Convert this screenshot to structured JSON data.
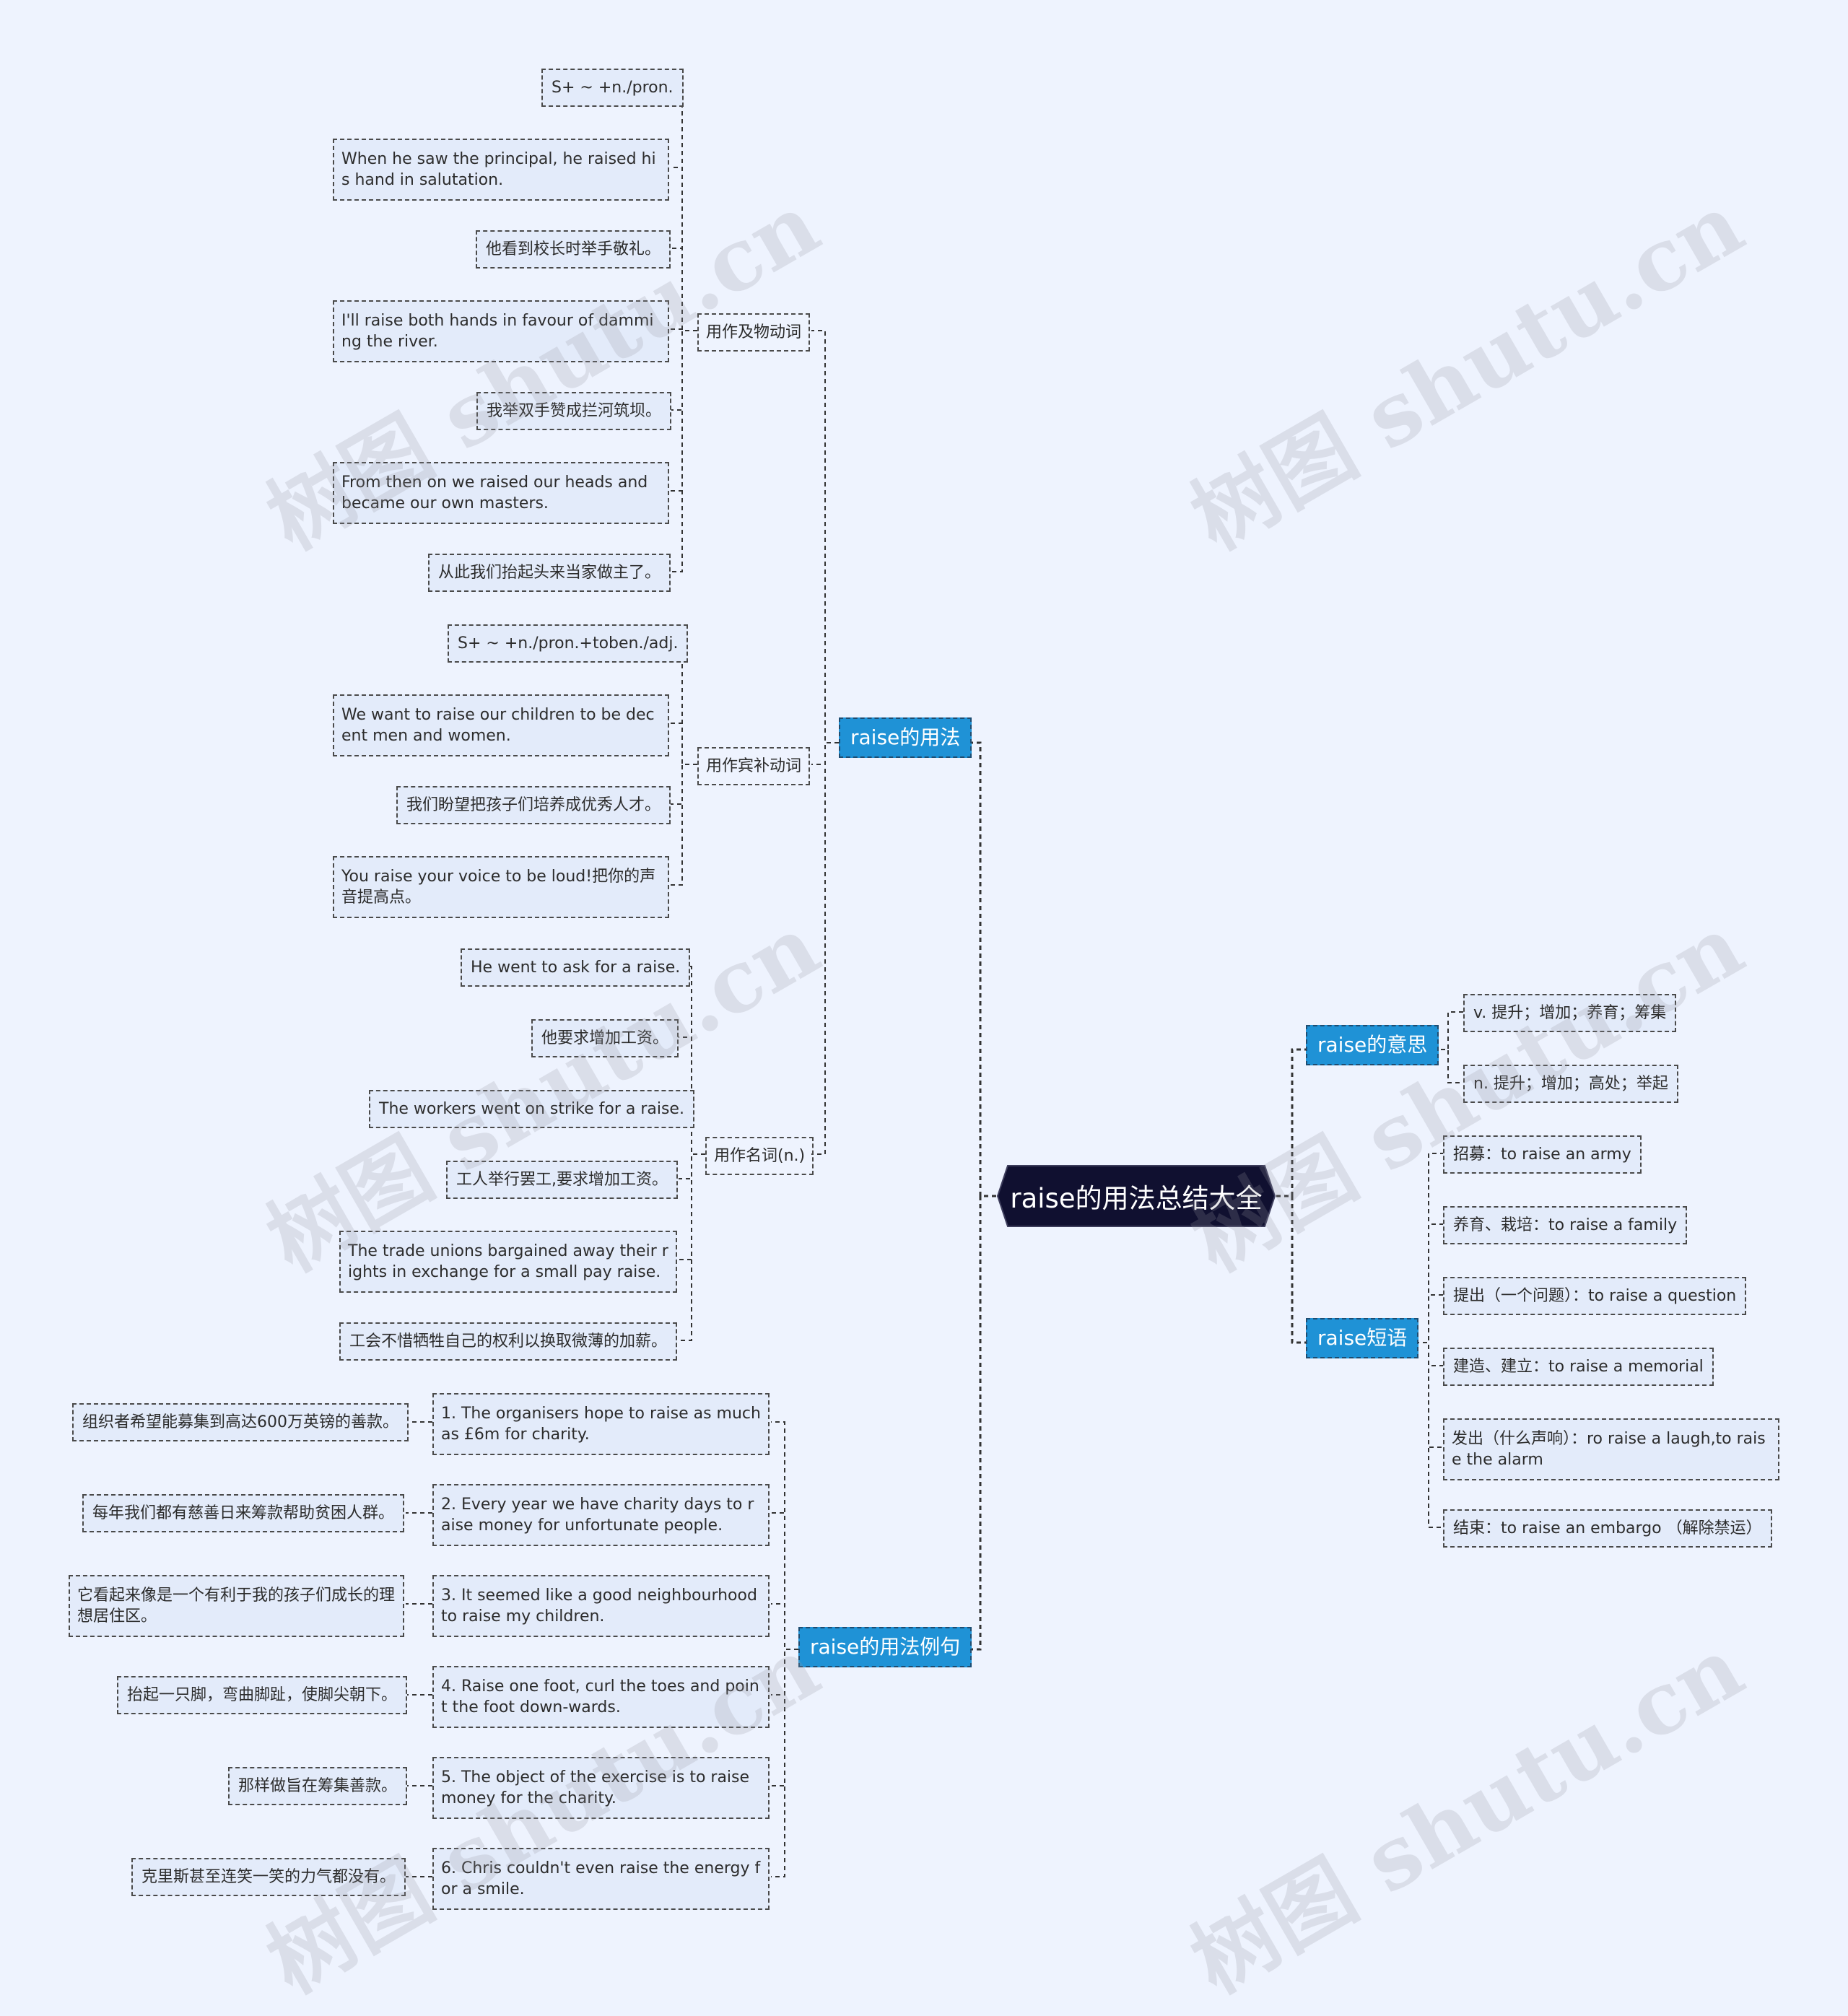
{
  "root": "raise的用法总结大全",
  "branches": {
    "usage": {
      "label": "raise的用法",
      "groups": {
        "transitive": {
          "label": "用作及物动词",
          "items": [
            "S+ ~ +n./pron.",
            "When he saw the principal, he raised his hand in salutation.",
            "他看到校长时举手敬礼。",
            "I'll raise both hands in favour of damming the river.",
            "我举双手赞成拦河筑坝。",
            "From then on we raised our heads and became our own masters.",
            "从此我们抬起头来当家做主了。"
          ]
        },
        "complement": {
          "label": "用作宾补动词",
          "items": [
            "S+ ~ +n./pron.+toben./adj.",
            "We want to raise our children to be decent men and women.",
            "我们盼望把孩子们培养成优秀人才。",
            "You raise your voice to be loud!把你的声音提高点。"
          ]
        },
        "noun": {
          "label": "用作名词(n.)",
          "items": [
            "He went to ask for a raise.",
            "他要求增加工资。",
            "The workers went on strike for a raise.",
            "工人举行罢工,要求增加工资。",
            "The trade unions bargained away their rights in exchange for a small pay raise.",
            "工会不惜牺牲自己的权利以换取微薄的加薪。"
          ]
        }
      }
    },
    "examples": {
      "label": "raise的用法例句",
      "items": [
        {
          "en": "1. The organisers hope to raise as much as £6m for charity.",
          "zh": "组织者希望能募集到高达600万英镑的善款。"
        },
        {
          "en": "2. Every year we have charity days to raise money for unfortunate people.",
          "zh": "每年我们都有慈善日来筹款帮助贫困人群。"
        },
        {
          "en": "3. It seemed like a good neighbourhood to raise my children.",
          "zh": "它看起来像是一个有利于我的孩子们成长的理想居住区。"
        },
        {
          "en": "4. Raise one foot, curl the toes and point the foot down-wards.",
          "zh": "抬起一只脚，弯曲脚趾，使脚尖朝下。"
        },
        {
          "en": "5. The object of the exercise is to raise money for the charity.",
          "zh": "那样做旨在筹集善款。"
        },
        {
          "en": "6. Chris couldn't even raise the energy for a smile.",
          "zh": "克里斯甚至连笑一笑的力气都没有。"
        }
      ]
    },
    "meaning": {
      "label": "raise的意思",
      "items": [
        "v. 提升；增加；养育；筹集",
        "n. 提升；增加；高处；举起"
      ]
    },
    "phrases": {
      "label": "raise短语",
      "items": [
        "招募：to raise an army",
        "养育、栽培：to raise a family",
        "提出（一个问题）：to raise a question",
        "建造、建立：to raise a memorial",
        "发出（什么声响）：ro raise a laugh,to raise the alarm",
        "结束：to raise an embargo （解除禁运）"
      ]
    }
  },
  "watermark": "树图 shutu.cn"
}
